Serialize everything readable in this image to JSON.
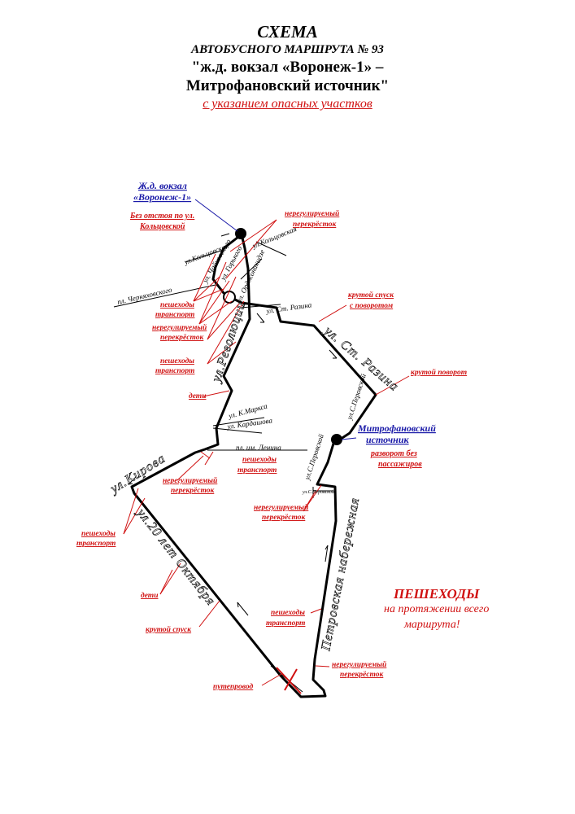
{
  "header": {
    "title": "СХЕМА",
    "subtitle": "АВТОБУСНОГО МАРШРУТА № 93",
    "route_line1": "\"ж.д. вокзал «Воронеж-1» –",
    "route_line2": "Митрофановский источник\"",
    "note": "с указанием опасных участков"
  },
  "stops": {
    "start_line1": "Ж.д. вокзал",
    "start_line2": "«Воронеж-1»",
    "start_note_line1": "Без отстоя по ул.",
    "start_note_line2": "Кольцовской",
    "end_line1": "Митрофановский",
    "end_line2": "источник",
    "end_note_line1": "разворот без",
    "end_note_line2": "пассажиров"
  },
  "streets": {
    "koltsovskaya_1": "ул.Кольцовская",
    "koltsovskaya_2": "ул.Кольцовская",
    "cherniakhovskogo": "пл. Черняховского",
    "chaikovskogo": "ул. Чайковского",
    "gorkogo": "ул. Горького",
    "ordzhonikidze": "ул. Орджоникидзе",
    "st_razina_1": "ул. Ст. Разина",
    "st_razina_2": "ул. Ст. Разина",
    "perovskoy_top": "ул.С.Перовской",
    "perovskoy_a": "ул.С.Перовской",
    "perovskoy_b": "ул.С.Перовской",
    "k_marksa": "ул. К.Маркса",
    "kardashova": "ул. Кардашова",
    "lenina": "пл. им. Ленина",
    "kirova": "ул.Кирова",
    "revolyutsii": "ул.Революции",
    "dvadtsat_let": "ул.20 лет Октября",
    "petrovskaya": "Петровская набережная"
  },
  "hazards": {
    "unreg_1_a": "нерегулируемый",
    "unreg_1_b": "перекрёсток",
    "steep_descent_turn_a": "крутой спуск",
    "steep_descent_turn_b": "с поворотом",
    "ped_1_a": "пешеходы",
    "ped_1_b": "транспорт",
    "unreg_2_a": "нерегулируемый",
    "unreg_2_b": "перекрёсток",
    "ped_2_a": "пешеходы",
    "ped_2_b": "транспорт",
    "children_1": "дети",
    "sharp_turn": "крутой поворот",
    "ped_3_a": "пешеходы",
    "ped_3_b": "транспорт",
    "unreg_3_a": "нерегулируемый",
    "unreg_3_b": "перекрёсток",
    "unreg_4_a": "нерегулируемый",
    "unreg_4_b": "перекрёсток",
    "ped_4_a": "пешеходы",
    "ped_4_b": "транспорт",
    "children_2": "дети",
    "ped_5_a": "пешеходы",
    "ped_5_b": "транспорт",
    "steep_descent": "крутой спуск",
    "unreg_5_a": "нерегулируемый",
    "unreg_5_b": "перекрёсток",
    "overpass": "путепровод"
  },
  "warning": {
    "title": "ПЕШЕХОДЫ",
    "line1": "на протяжении всего",
    "line2": "маршрута!"
  }
}
